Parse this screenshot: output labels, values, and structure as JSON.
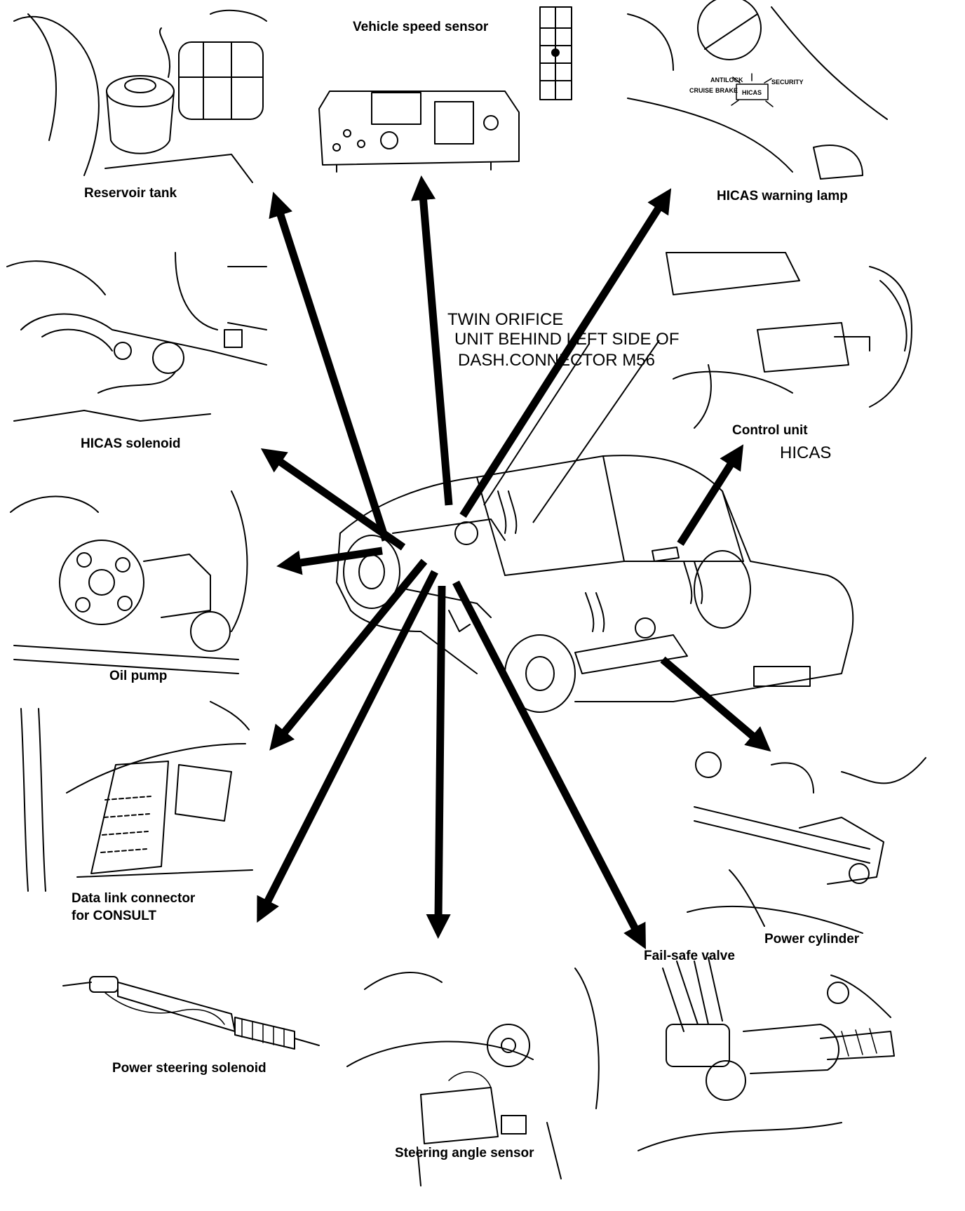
{
  "components": {
    "reservoir_tank": "Reservoir tank",
    "vehicle_speed_sensor": "Vehicle speed sensor",
    "hicas_warning_lamp": "HICAS warning lamp",
    "hicas_solenoid": "HICAS solenoid",
    "control_unit": "Control unit",
    "oil_pump": "Oil pump",
    "data_link_connector": "Data link connector\nfor CONSULT",
    "power_cylinder": "Power cylinder",
    "fail_safe_valve": "Fail-safe valve",
    "power_steering_solenoid": "Power steering solenoid",
    "steering_angle_sensor": "Steering angle sensor"
  },
  "annotations": {
    "twin_orifice_line1": "TWIN ORIFICE",
    "twin_orifice_line2": "UNIT BEHIND LEFT SIDE OF",
    "twin_orifice_line3": "DASH.CONNECTOR M56",
    "hicas": "HICAS"
  },
  "warning_lamp_labels": {
    "antilock": "ANTILOCK",
    "security": "SECURITY",
    "cruise": "CRUISE",
    "brake": "BRAKE",
    "hicas": "HICAS"
  }
}
